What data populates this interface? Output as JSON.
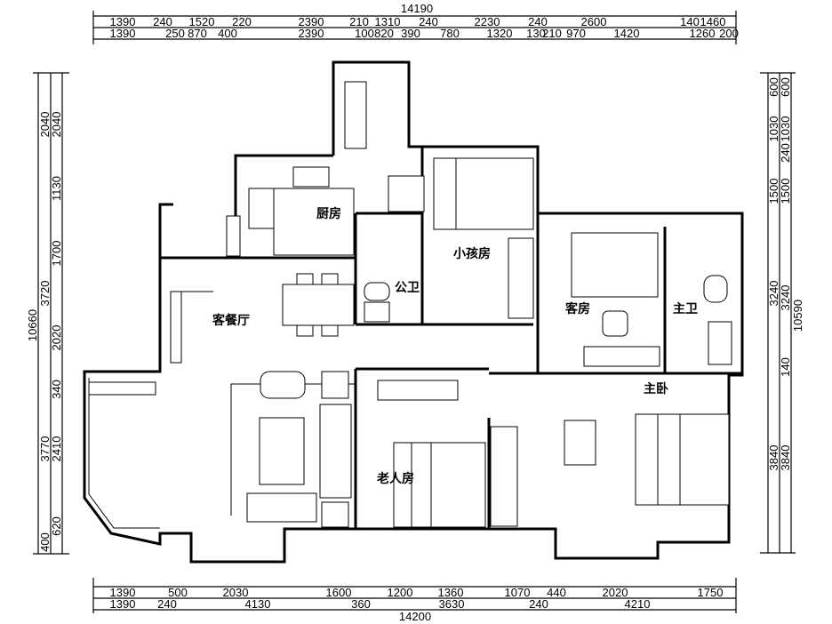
{
  "plan": {
    "rooms": {
      "kitchen": "厨房",
      "kids_room": "小孩房",
      "public_bath": "公卫",
      "guest_room": "客房",
      "master_bath": "主卫",
      "living_dining": "客餐厅",
      "master_bedroom": "主卧",
      "elder_room": "老人房"
    },
    "dims_top": {
      "total": "14190",
      "row1": [
        "1390",
        "240",
        "1520",
        "220",
        "2390",
        "210",
        "1310",
        "240",
        "2230",
        "240",
        "2600",
        "140",
        "1460"
      ],
      "row2": [
        "1390",
        "250",
        "870",
        "400",
        "2390",
        "100",
        "820",
        "390",
        "780",
        "1320",
        "130",
        "210",
        "970",
        "1420",
        "1260",
        "200"
      ]
    },
    "dims_bottom": {
      "total": "14200",
      "row1": [
        "1390",
        "500",
        "2030",
        "1600",
        "1200",
        "1360",
        "1070",
        "440",
        "2020",
        "1750"
      ],
      "row2": [
        "1390",
        "240",
        "4130",
        "360",
        "3630",
        "240",
        "4210"
      ]
    },
    "dims_left": {
      "total": "10660",
      "mid": [
        "2040",
        "3720",
        "3770",
        "400"
      ],
      "inner": [
        "2040",
        "1130",
        "1700",
        "2020",
        "340",
        "2410",
        "620"
      ]
    },
    "dims_right": {
      "total": "10590",
      "col1": [
        "600",
        "1030",
        "1500",
        "3240",
        "3840"
      ],
      "col2": [
        "600",
        "1030",
        "240",
        "1500",
        "3240",
        "140",
        "3840"
      ]
    }
  }
}
